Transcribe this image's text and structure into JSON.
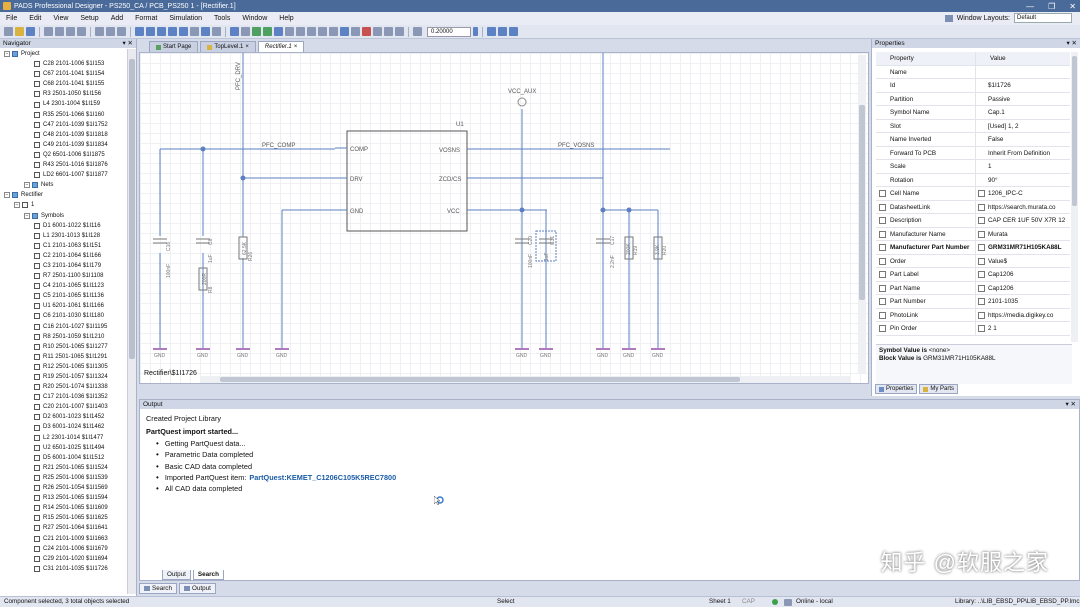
{
  "window": {
    "title": "PADS Professional Designer - PS250_CA / PCB_PS250 1 - [Rectifier.1]",
    "controls": [
      "—",
      "❐",
      "✕"
    ]
  },
  "menu": {
    "items": [
      "File",
      "Edit",
      "View",
      "Setup",
      "Add",
      "Format",
      "Simulation",
      "Tools",
      "Window",
      "Help"
    ],
    "window_layouts_label": "Window Layouts:",
    "window_layouts_value": "Default"
  },
  "toolbar": {
    "zoom_value": "0.20000"
  },
  "navigator": {
    "title": "Navigator",
    "tree": [
      {
        "text": "Project",
        "level": 0,
        "type": "root"
      },
      {
        "text": "C28 2101-1006 $1I153",
        "level": 3,
        "type": "item"
      },
      {
        "text": "C67 2101-1041 $1I154",
        "level": 3,
        "type": "item"
      },
      {
        "text": "C68 2101-1041 $1I155",
        "level": 3,
        "type": "item"
      },
      {
        "text": "R3 2501-1050 $1I156",
        "level": 3,
        "type": "item"
      },
      {
        "text": "L4 2301-1004 $1I159",
        "level": 3,
        "type": "item"
      },
      {
        "text": "R35 2501-1066 $1I160",
        "level": 3,
        "type": "item"
      },
      {
        "text": "C47 2101-1039 $1I1752",
        "level": 3,
        "type": "item"
      },
      {
        "text": "C48 2101-1039 $1I1818",
        "level": 3,
        "type": "item"
      },
      {
        "text": "C49 2101-1039 $1I1834",
        "level": 3,
        "type": "item"
      },
      {
        "text": "Q2 6501-1006 $1I1875",
        "level": 3,
        "type": "item"
      },
      {
        "text": "R43 2501-1016 $1I1876",
        "level": 3,
        "type": "item"
      },
      {
        "text": "LD2 6601-1007 $1I1877",
        "level": 3,
        "type": "item"
      },
      {
        "text": "Nets",
        "level": 2,
        "type": "folder"
      },
      {
        "text": "Rectifier",
        "level": 0,
        "type": "root"
      },
      {
        "text": "1",
        "level": 1,
        "type": "page"
      },
      {
        "text": "Symbols",
        "level": 2,
        "type": "folder"
      },
      {
        "text": "D1 6001-1022 $1I116",
        "level": 3,
        "type": "item"
      },
      {
        "text": "L1 2301-1013 $1I128",
        "level": 3,
        "type": "item"
      },
      {
        "text": "C1 2101-1063 $1I151",
        "level": 3,
        "type": "item"
      },
      {
        "text": "C2 2101-1064 $1I166",
        "level": 3,
        "type": "item"
      },
      {
        "text": "C3 2101-1064 $1I179",
        "level": 3,
        "type": "item"
      },
      {
        "text": "R7 2501-1100 $1I1108",
        "level": 3,
        "type": "item"
      },
      {
        "text": "C4 2101-1065 $1I1123",
        "level": 3,
        "type": "item"
      },
      {
        "text": "C5 2101-1065 $1I1136",
        "level": 3,
        "type": "item"
      },
      {
        "text": "U1 6201-1061 $1I1166",
        "level": 3,
        "type": "item"
      },
      {
        "text": "C6 2101-1030 $1I1180",
        "level": 3,
        "type": "item"
      },
      {
        "text": "C16 2101-1027 $1I1195",
        "level": 3,
        "type": "item"
      },
      {
        "text": "R8 2501-1059 $1I1210",
        "level": 3,
        "type": "item"
      },
      {
        "text": "R10 2501-1065 $1I1277",
        "level": 3,
        "type": "item"
      },
      {
        "text": "R11 2501-1065 $1I1291",
        "level": 3,
        "type": "item"
      },
      {
        "text": "R12 2501-1065 $1I1305",
        "level": 3,
        "type": "item"
      },
      {
        "text": "R19 2501-1057 $1I1324",
        "level": 3,
        "type": "item"
      },
      {
        "text": "R20 2501-1074 $1I1338",
        "level": 3,
        "type": "item"
      },
      {
        "text": "C17 2101-1036 $1I1352",
        "level": 3,
        "type": "item"
      },
      {
        "text": "C20 2101-1007 $1I1403",
        "level": 3,
        "type": "item"
      },
      {
        "text": "D2 6001-1023 $1I1452",
        "level": 3,
        "type": "item"
      },
      {
        "text": "D3 6001-1024 $1I1462",
        "level": 3,
        "type": "item"
      },
      {
        "text": "L2 2301-1014 $1I1477",
        "level": 3,
        "type": "item"
      },
      {
        "text": "U2 6501-1025 $1I1494",
        "level": 3,
        "type": "item"
      },
      {
        "text": "D5 6001-1004 $1I1512",
        "level": 3,
        "type": "item"
      },
      {
        "text": "R21 2501-1065 $1I1524",
        "level": 3,
        "type": "item"
      },
      {
        "text": "R25 2501-1006 $1I1539",
        "level": 3,
        "type": "item"
      },
      {
        "text": "R26 2501-1054 $1I1569",
        "level": 3,
        "type": "item"
      },
      {
        "text": "R13 2501-1065 $1I1594",
        "level": 3,
        "type": "item"
      },
      {
        "text": "R14 2501-1065 $1I1609",
        "level": 3,
        "type": "item"
      },
      {
        "text": "R15 2501-1065 $1I1625",
        "level": 3,
        "type": "item"
      },
      {
        "text": "R27 2501-1064 $1I1641",
        "level": 3,
        "type": "item"
      },
      {
        "text": "C21 2101-1009 $1I1663",
        "level": 3,
        "type": "item"
      },
      {
        "text": "C24 2101-1006 $1I1679",
        "level": 3,
        "type": "item"
      },
      {
        "text": "C29 2101-1020 $1I1694",
        "level": 3,
        "type": "item"
      },
      {
        "text": "C31 2101-1035 $1I1726",
        "level": 3,
        "type": "item"
      }
    ]
  },
  "tabs": [
    {
      "label": "Start Page",
      "active": false
    },
    {
      "label": "TopLevel.1",
      "active": false
    },
    {
      "label": "Rectifier.1",
      "active": true
    }
  ],
  "schematic": {
    "path_label": "Rectifier\\$1I1726",
    "ic_ref": "U1",
    "pins_left": [
      "COMP",
      "DRV",
      "GND"
    ],
    "pins_right": [
      "VOSNS",
      "ZCD/CS",
      "VCC"
    ],
    "net_pfc_comp": "PFC_COMP",
    "net_pfc_vosns": "PFC_VOSNS",
    "net_pfc_drv": "PFC_DRV",
    "net_vcc_aux": "VCC_AUX",
    "gnd_label": "GND",
    "components": [
      {
        "ref": "C16",
        "value": "100nF"
      },
      {
        "ref": "C6",
        "value": "1uF"
      },
      {
        "ref": "R8",
        "value": "200R"
      },
      {
        "ref": "R26",
        "value": "62.5K"
      },
      {
        "ref": "C20",
        "value": "100nF"
      },
      {
        "ref": "C31",
        "value": "1uF"
      },
      {
        "ref": "C17",
        "value": "2.2nF"
      },
      {
        "ref": "R19",
        "value": "200K"
      },
      {
        "ref": "R20",
        "value": "3.9K"
      }
    ]
  },
  "properties": {
    "title": "Properties",
    "header_property": "Property",
    "header_value": "Value",
    "rows": [
      {
        "key": "Name",
        "value": "",
        "check": false,
        "bold": false
      },
      {
        "key": "Id",
        "value": "$1I1726",
        "check": false,
        "bold": false
      },
      {
        "key": "Partition",
        "value": "Passive",
        "check": false,
        "bold": false
      },
      {
        "key": "Symbol Name",
        "value": "Cap.1",
        "check": false,
        "bold": false
      },
      {
        "key": "Slot",
        "value": "[Used] 1, 2",
        "check": false,
        "bold": false
      },
      {
        "key": "Name Inverted",
        "value": "False",
        "check": false,
        "bold": false
      },
      {
        "key": "Forward To PCB",
        "value": "Inherit From Definition",
        "check": false,
        "bold": false
      },
      {
        "key": "Scale",
        "value": "1",
        "check": false,
        "bold": false
      },
      {
        "key": "Rotation",
        "value": "90°",
        "check": false,
        "bold": false
      },
      {
        "key": "Cell Name",
        "value": "1206_IPC-C",
        "check": true,
        "bold": false
      },
      {
        "key": "DatasheetLink",
        "value": "https://search.murata.co",
        "check": true,
        "bold": false
      },
      {
        "key": "Description",
        "value": "CAP CER 1UF 50V X7R 12",
        "check": true,
        "bold": false
      },
      {
        "key": "Manufacturer Name",
        "value": "Murata",
        "check": true,
        "bold": false
      },
      {
        "key": "Manufacturer Part Number",
        "value": "GRM31MR71H105KA88L",
        "check": true,
        "bold": true
      },
      {
        "key": "Order",
        "value": "Value$",
        "check": true,
        "bold": false
      },
      {
        "key": "Part Label",
        "value": "Cap1206",
        "check": true,
        "bold": false
      },
      {
        "key": "Part Name",
        "value": "Cap1206",
        "check": true,
        "bold": false
      },
      {
        "key": "Part Number",
        "value": "2101-1035",
        "check": true,
        "bold": false
      },
      {
        "key": "PhotoLink",
        "value": "https://media.digikey.co",
        "check": true,
        "bold": false
      },
      {
        "key": "Pin Order",
        "value": "2 1",
        "check": true,
        "bold": false
      }
    ],
    "footer_line1_label": "Symbol Value is",
    "footer_line1_value": "<none>",
    "footer_line2_label": "Block Value is",
    "footer_line2_value": "GRM31MR71H105KA88L",
    "tab_properties": "Properties",
    "tab_myparts": "My Parts"
  },
  "output": {
    "title": "Output",
    "line_created": "Created Project Library",
    "line_import": "PartQuest import started...",
    "bullets": [
      "Getting PartQuest data...",
      "Parametric Data completed",
      "Basic CAD data completed"
    ],
    "imported_label": "Imported PartQuest item:",
    "imported_link": "PartQuest:KEMET_C1206C105K5REC7800",
    "last_bullet": "All CAD data completed",
    "tab_output": "Output",
    "tab_search": "Search"
  },
  "bottom_tabs": {
    "search": "Search",
    "output": "Output"
  },
  "statusbar": {
    "message": "Component selected, 3 total objects selected",
    "mode": "Select",
    "sheet": "Sheet 1",
    "cap": "CAP",
    "online": "Online - local",
    "library": "Library: ..\\LIB_EBSD_PP\\LIB_EBSD_PP.lmc"
  },
  "watermark": "知乎 @软服之家"
}
